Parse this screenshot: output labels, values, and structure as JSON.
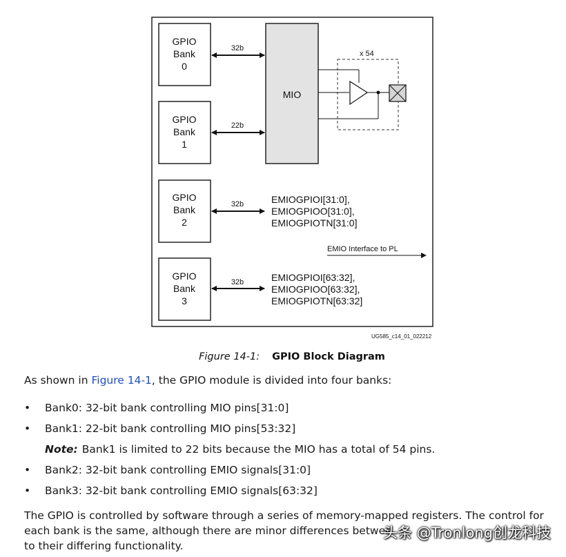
{
  "figure": {
    "banks": [
      {
        "line1": "GPIO",
        "line2": "Bank",
        "line3": "0",
        "width_label": "32b"
      },
      {
        "line1": "GPIO",
        "line2": "Bank",
        "line3": "1",
        "width_label": "22b"
      },
      {
        "line1": "GPIO",
        "line2": "Bank",
        "line3": "2",
        "width_label": "32b",
        "signals": [
          "EMIOGPIOI[31:0],",
          "EMIOGPIOO[31:0],",
          "EMIOGPIOTN[31:0]"
        ]
      },
      {
        "line1": "GPIO",
        "line2": "Bank",
        "line3": "3",
        "width_label": "32b",
        "signals": [
          "EMIOGPIOI[63:32],",
          "EMIOGPIOO[63:32],",
          "EMIOGPIOTN[63:32]"
        ]
      }
    ],
    "mio_label": "MIO",
    "repeat_label": "x 54",
    "emio_label": "EMIO Interface to PL",
    "doc_id": "UG585_c14_01_022212"
  },
  "caption": {
    "number": "Figure 14-1:",
    "title": "GPIO Block Diagram"
  },
  "intro": {
    "before_link": "As shown in ",
    "link": "Figure 14-1",
    "after_link": ", the GPIO module is divided into four banks:"
  },
  "bullet_symbol": "•",
  "bullets": [
    "Bank0: 32-bit bank controlling MIO pins[31:0]",
    "Bank1: 22-bit bank controlling MIO pins[53:32]",
    "Bank2: 32-bit bank controlling EMIO signals[31:0]",
    "Bank3: 32-bit bank controlling EMIO signals[63:32]"
  ],
  "note": {
    "label": "Note:",
    "text": "Bank1 is limited to 22 bits because the MIO has a total of 54 pins."
  },
  "closing": [
    "The GPIO is controlled by software through a series of memory-mapped registers. The control for",
    "each bank is the same, although there are minor differences betwee",
    "to their differing functionality."
  ],
  "watermark": "头条 @Tronlong创龙科技"
}
